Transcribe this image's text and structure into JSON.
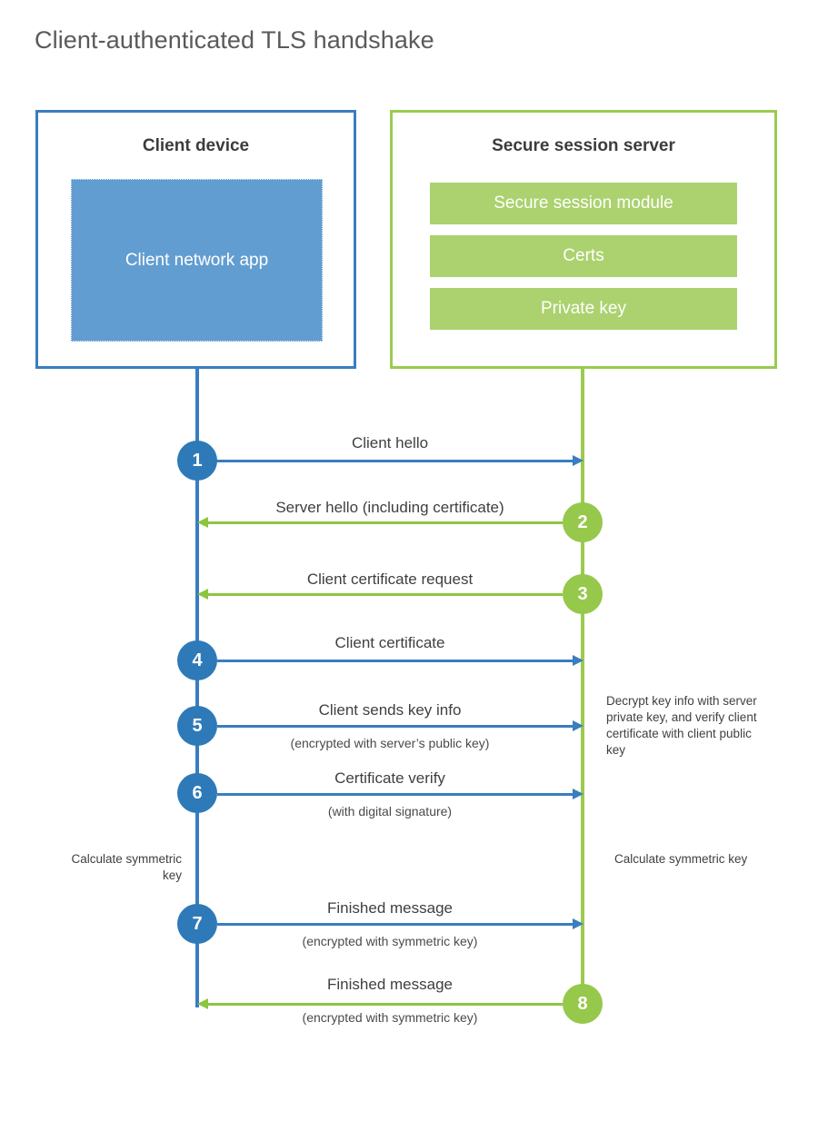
{
  "title": "Client-authenticated TLS handshake",
  "colors": {
    "client_blue": "#3a7dc0",
    "client_fill": "#629dd1",
    "server_green": "#9acb4f",
    "server_fill": "#abd26e",
    "circle_blue": "#2e7ab8",
    "circle_green": "#96c84b",
    "text": "#3f3f3f",
    "background": "#ffffff"
  },
  "client": {
    "title": "Client device",
    "app_label": "Client network app"
  },
  "server": {
    "title": "Secure session server",
    "items": [
      {
        "label": "Secure session module"
      },
      {
        "label": "Certs"
      },
      {
        "label": "Private key"
      }
    ]
  },
  "notes": {
    "server_decrypt": "Decrypt key info with server private key, and verify client certificate with client public key",
    "client_calc": "Calculate symmetric key",
    "server_calc": "Calculate symmetric key"
  },
  "chart_data": {
    "type": "sequence-diagram",
    "participants": [
      "Client device",
      "Secure session server"
    ],
    "steps": [
      {
        "number": "1",
        "label": "Client hello",
        "sublabel": "",
        "from": "client",
        "to": "server"
      },
      {
        "number": "2",
        "label": "Server hello (including certificate)",
        "sublabel": "",
        "from": "server",
        "to": "client"
      },
      {
        "number": "3",
        "label": "Client certificate request",
        "sublabel": "",
        "from": "server",
        "to": "client"
      },
      {
        "number": "4",
        "label": "Client certificate",
        "sublabel": "",
        "from": "client",
        "to": "server"
      },
      {
        "number": "5",
        "label": "Client sends key info",
        "sublabel": "(encrypted with server’s public key)",
        "from": "client",
        "to": "server"
      },
      {
        "number": "6",
        "label": "Certificate verify",
        "sublabel": "(with digital signature)",
        "from": "client",
        "to": "server"
      },
      {
        "number": "7",
        "label": "Finished message",
        "sublabel": "(encrypted with symmetric key)",
        "from": "client",
        "to": "server"
      },
      {
        "number": "8",
        "label": "Finished message",
        "sublabel": "(encrypted with symmetric key)",
        "from": "server",
        "to": "client"
      }
    ]
  }
}
